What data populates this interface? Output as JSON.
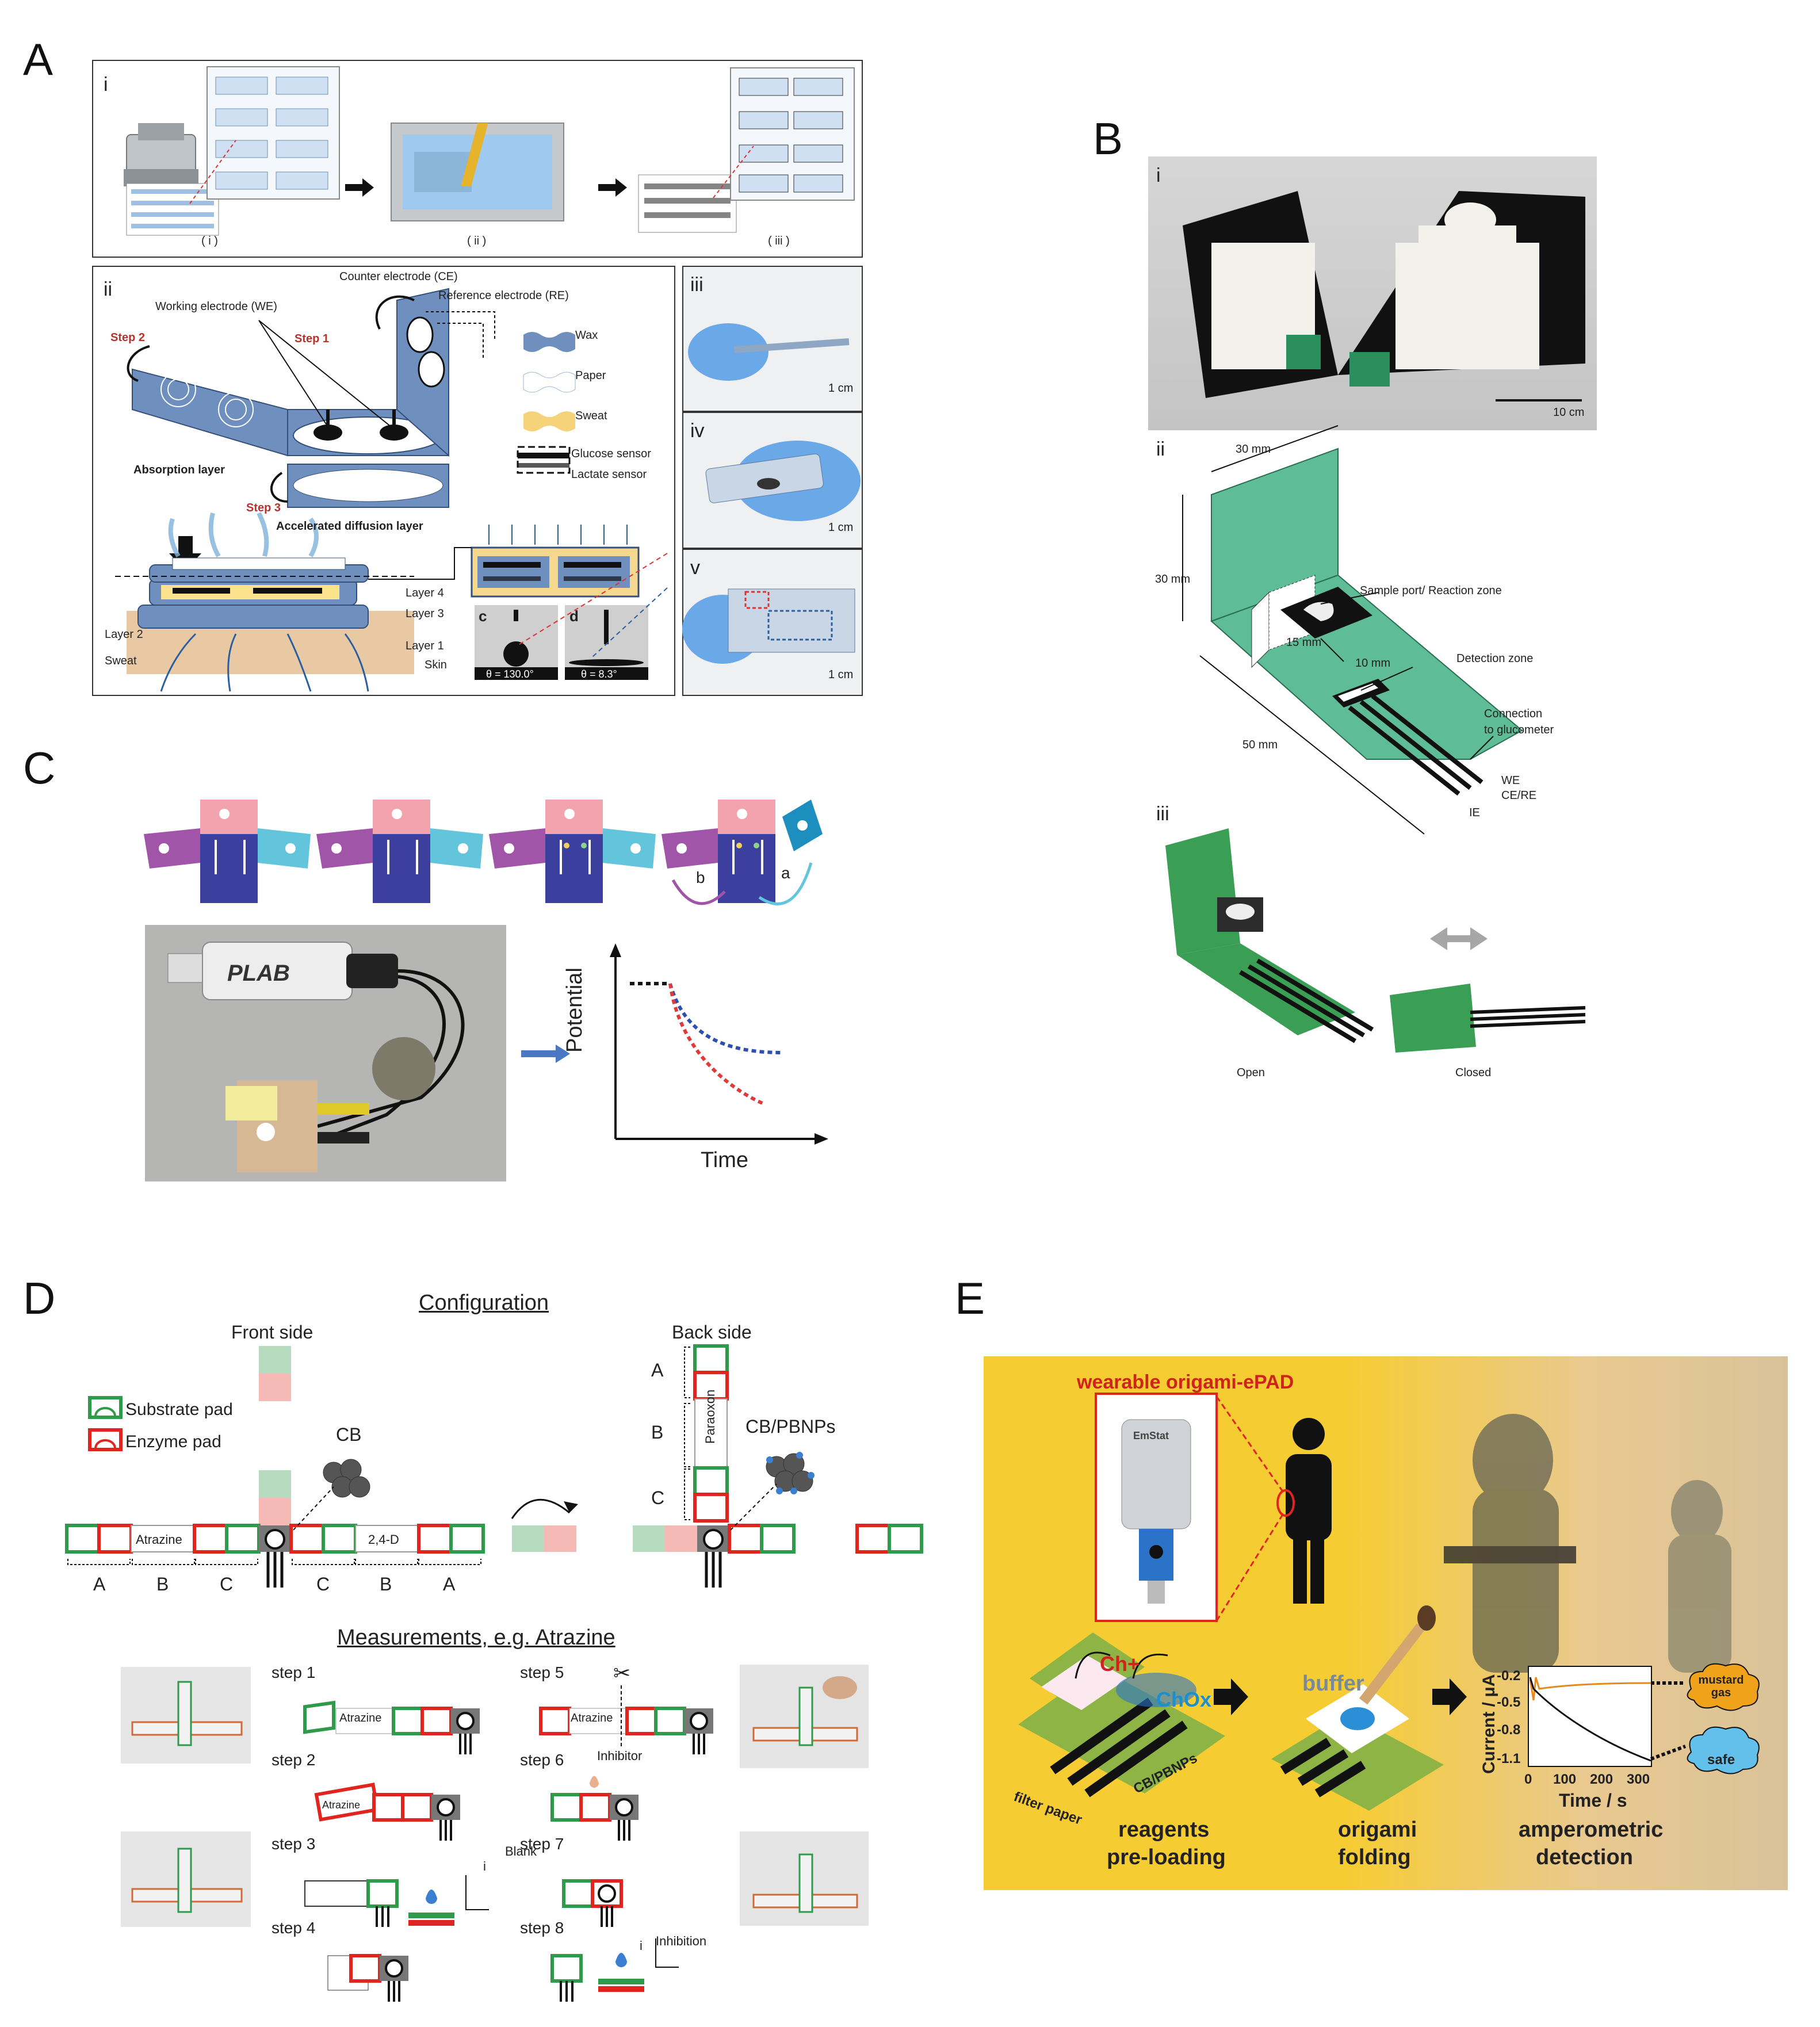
{
  "panels": {
    "A": {
      "label": "A",
      "i": {
        "roman": "i",
        "steps": [
          "( i )",
          "( ii )",
          "( iii )"
        ]
      },
      "ii": {
        "roman": "ii",
        "labels": {
          "ce": "Counter electrode (CE)",
          "re": "Reference electrode (RE)",
          "we": "Working electrode (WE)",
          "step1": "Step 1",
          "step2": "Step 2",
          "step3": "Step 3",
          "absorption": "Absorption layer",
          "diffusion": "Accelerated diffusion layer",
          "layer1": "Layer 1",
          "layer2": "Layer 2",
          "layer3": "Layer 3",
          "layer4": "Layer 4",
          "sweat_left": "Sweat",
          "skin": "Skin"
        },
        "legend": [
          {
            "key": "wax",
            "label": "Wax"
          },
          {
            "key": "paper",
            "label": "Paper"
          },
          {
            "key": "sweat",
            "label": "Sweat"
          },
          {
            "key": "glucose",
            "label": "Glucose sensor"
          },
          {
            "key": "lactate",
            "label": "Lactate sensor"
          }
        ],
        "contact": [
          {
            "tag": "c",
            "angle": "θ = 130.0°"
          },
          {
            "tag": "d",
            "angle": "θ = 8.3°"
          }
        ]
      },
      "iii": {
        "roman": "iii",
        "scale": "1 cm"
      },
      "iv": {
        "roman": "iv",
        "scale": "1 cm"
      },
      "v": {
        "roman": "v",
        "scale": "1 cm"
      }
    },
    "B": {
      "label": "B",
      "i": {
        "roman": "i",
        "scale": "10 cm"
      },
      "ii": {
        "roman": "ii",
        "dims": [
          "30 mm",
          "30 mm",
          "15 mm",
          "10 mm",
          "50 mm"
        ],
        "labels": {
          "sample": "Sample port/ Reaction zone",
          "detection": "Detection zone",
          "connection1": "Connection",
          "connection2": "to glucometer",
          "we": "WE",
          "cere": "CE/RE",
          "ie": "IE"
        }
      },
      "iii": {
        "roman": "iii",
        "open": "Open",
        "closed": "Closed"
      }
    },
    "C": {
      "label": "C",
      "fold_a": "a",
      "fold_b": "b",
      "device_text": "PLAB",
      "ylabel": "Potential",
      "xlabel": "Time"
    },
    "D": {
      "label": "D",
      "config_title": "Configuration",
      "front": "Front side",
      "back": "Back side",
      "legend_substrate": "Substrate pad",
      "legend_enzyme": "Enzyme pad",
      "cb": "CB",
      "cbpb": "CB/PBNPs",
      "atrazine": "Atrazine",
      "d24": "2,4-D",
      "paraoxon": "Paraoxon",
      "letters_front": [
        "A",
        "B",
        "C",
        "C",
        "B",
        "A"
      ],
      "letters_back": [
        "A",
        "B",
        "C"
      ],
      "meas_title": "Measurements, e.g. Atrazine",
      "steps": [
        "step 1",
        "step 2",
        "step 3",
        "step 4",
        "step 5",
        "step 6",
        "step 7",
        "step 8"
      ],
      "inhibitor": "Inhibitor",
      "blank": "Blank",
      "inhibition": "Inhibition",
      "i_axis": "i"
    },
    "E": {
      "label": "E",
      "wearable": "wearable origami-ePAD",
      "ch": "Ch+",
      "chox": "ChOx",
      "buffer": "buffer",
      "filter": "filter paper",
      "cbpb": "CB/PBNPs",
      "stage1a": "reagents",
      "stage1b": "pre-loading",
      "stage2a": "origami",
      "stage2b": "folding",
      "stage3a": "amperometric",
      "stage3b": "detection",
      "ylabel": "Current / μA",
      "xlabel": "Time / s",
      "yticks": [
        "-0.2",
        "-0.5",
        "-0.8",
        "-1.1"
      ],
      "xticks": [
        "0",
        "100",
        "200",
        "300"
      ],
      "mustard": "mustard gas",
      "safe": "safe",
      "device": "EmStat"
    }
  }
}
